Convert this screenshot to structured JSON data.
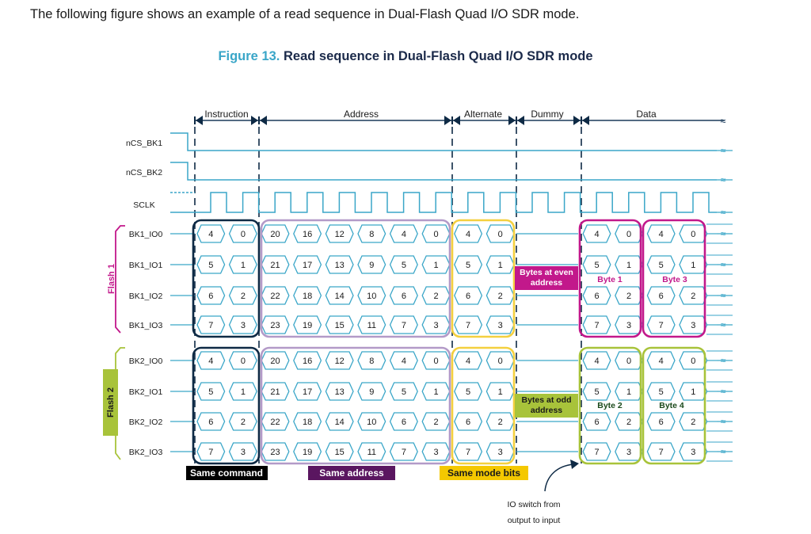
{
  "intro_text": "The following figure shows an example of a read sequence in Dual-Flash Quad I/O SDR mode.",
  "figure": {
    "number": "Figure 13.",
    "title": "Read sequence in Dual-Flash Quad I/O SDR mode"
  },
  "phases": [
    "Instruction",
    "Address",
    "Alternate",
    "Dummy",
    "Data"
  ],
  "control_signals": [
    "nCS_BK1",
    "nCS_BK2",
    "SCLK"
  ],
  "flash1": {
    "label": "Flash 1",
    "signals": [
      "BK1_IO0",
      "BK1_IO1",
      "BK1_IO2",
      "BK1_IO3"
    ]
  },
  "flash2": {
    "label": "Flash 2",
    "signals": [
      "BK2_IO0",
      "BK2_IO1",
      "BK2_IO2",
      "BK2_IO3"
    ]
  },
  "bits": {
    "instruction": [
      [
        "4",
        "0"
      ],
      [
        "5",
        "1"
      ],
      [
        "6",
        "2"
      ],
      [
        "7",
        "3"
      ]
    ],
    "address": [
      [
        "20",
        "16",
        "12",
        "8",
        "4",
        "0"
      ],
      [
        "21",
        "17",
        "13",
        "9",
        "5",
        "1"
      ],
      [
        "22",
        "18",
        "14",
        "10",
        "6",
        "2"
      ],
      [
        "23",
        "19",
        "15",
        "11",
        "7",
        "3"
      ]
    ],
    "alternate": [
      [
        "4",
        "0"
      ],
      [
        "5",
        "1"
      ],
      [
        "6",
        "2"
      ],
      [
        "7",
        "3"
      ]
    ],
    "data": [
      [
        "4",
        "0"
      ],
      [
        "5",
        "1"
      ],
      [
        "6",
        "2"
      ],
      [
        "7",
        "3"
      ]
    ]
  },
  "byte_labels": {
    "flash1": [
      "Byte 1",
      "Byte 3"
    ],
    "flash2": [
      "Byte 2",
      "Byte 4"
    ]
  },
  "dummy_notes": {
    "flash1": [
      "Bytes at even",
      "address"
    ],
    "flash2": [
      "Bytes at odd",
      "address"
    ]
  },
  "bottom_labels": {
    "command": "Same command",
    "address": "Same address",
    "mode": "Same mode bits"
  },
  "io_switch_note": [
    "IO switch from",
    "output to input"
  ],
  "colors": {
    "signal": "#3aa6c8",
    "command_box": "#0e2a45",
    "address_box": "#b39ac8",
    "mode_box": "#f4d03f",
    "flash1": "#c2188b",
    "flash2": "#a8c33a",
    "address_label": "#5a1660",
    "mode_label": "#f4c800",
    "data_byte_flash1": "#c2188b",
    "data_byte_flash2": "#1b4a1b"
  }
}
